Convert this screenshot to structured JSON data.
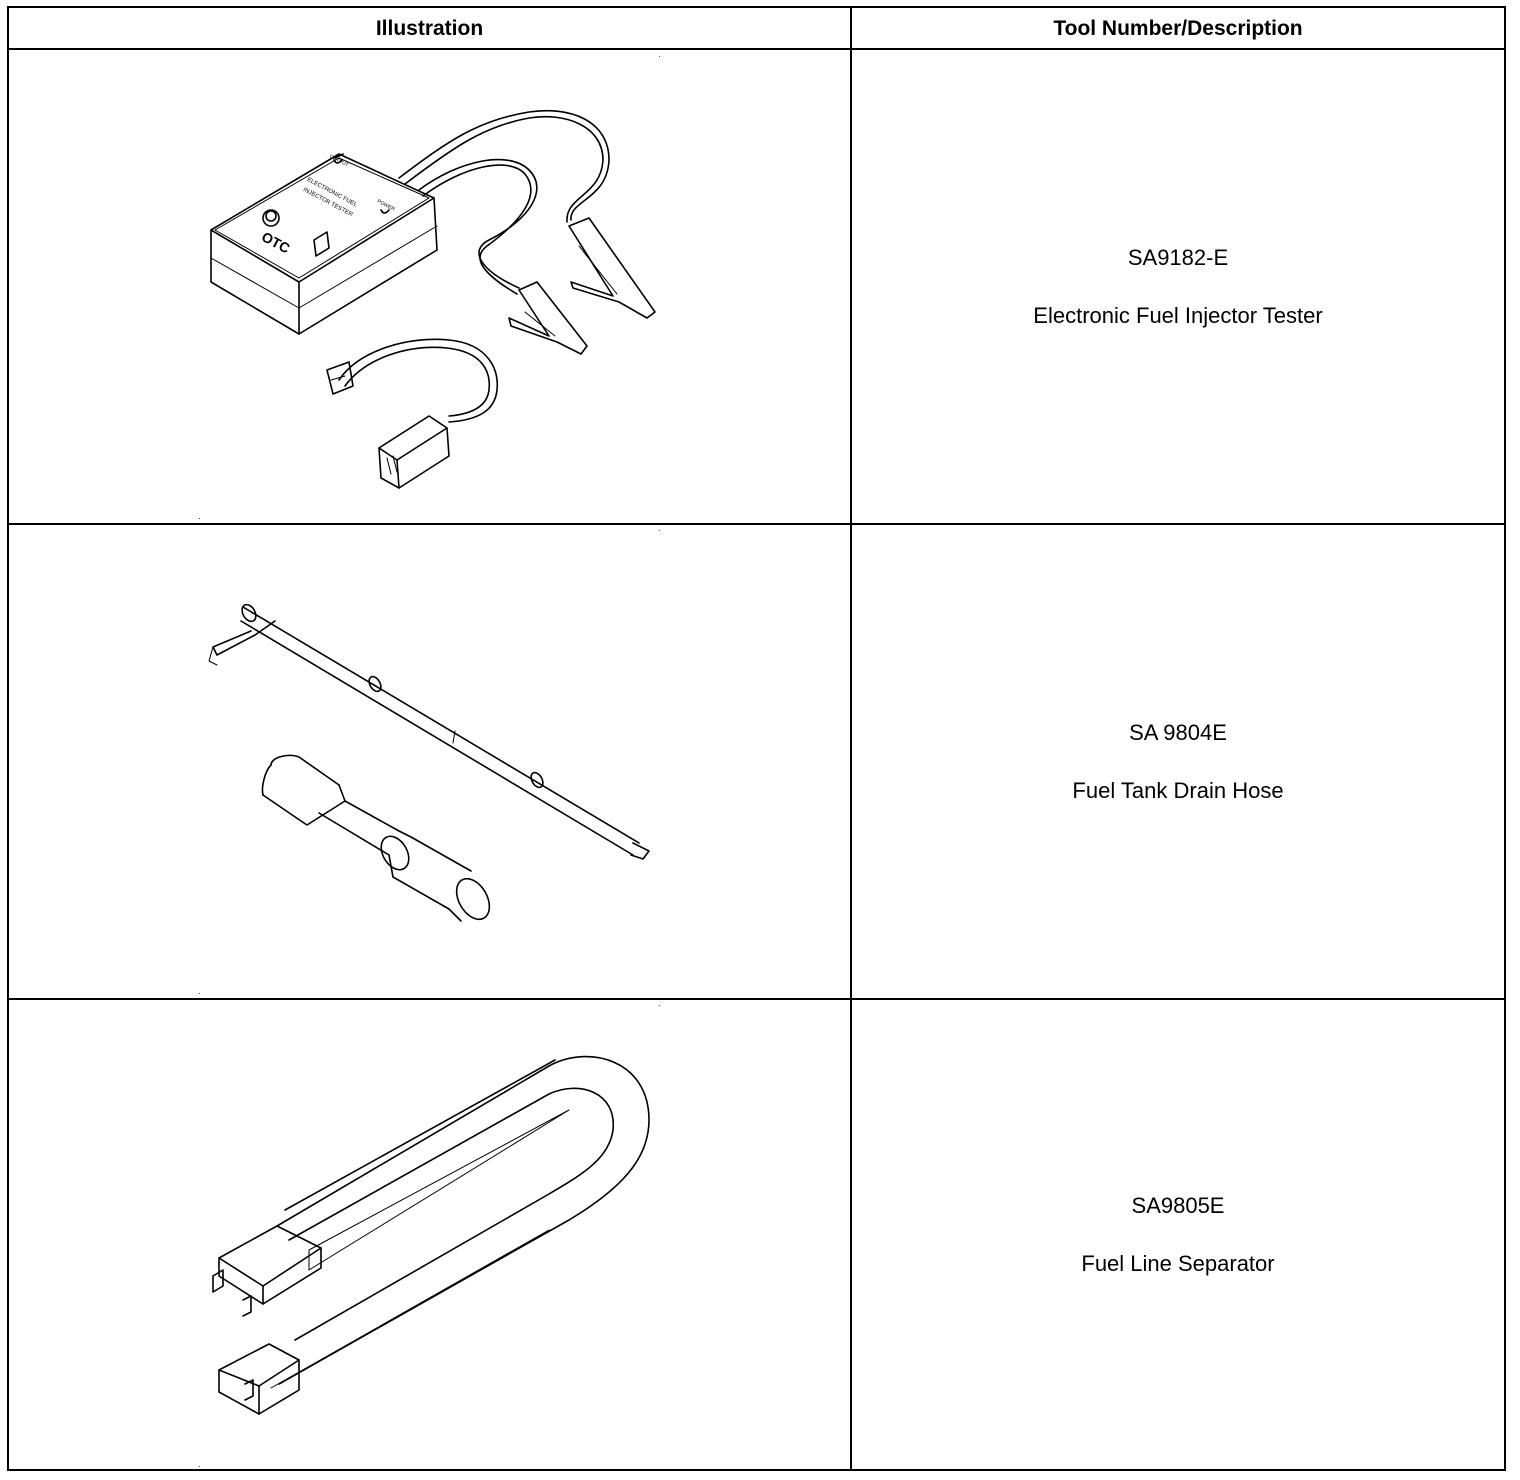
{
  "table": {
    "headers": {
      "illustration": "Illustration",
      "tool": "Tool Number/Description"
    },
    "rows": [
      {
        "tool_number": "SA9182-E",
        "description": "Electronic Fuel Injector Tester",
        "illustration": "electronic-fuel-injector-tester-drawing",
        "printed_labels": [
          "OTC",
          "ELECTRONIC FUEL",
          "INJECTOR TESTER",
          "OUTPUT",
          "POWER"
        ]
      },
      {
        "tool_number": "SA 9804E",
        "description": "Fuel Tank Drain Hose",
        "illustration": "fuel-tank-drain-hose-drawing"
      },
      {
        "tool_number": "SA9805E",
        "description": "Fuel Line Separator",
        "illustration": "fuel-line-separator-drawing"
      }
    ]
  }
}
